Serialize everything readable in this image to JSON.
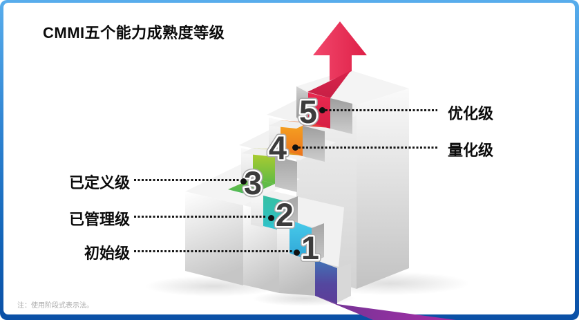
{
  "title": "CMMI五个能力成熟度等级",
  "note": "注：使用阶段式表示法。",
  "levels": [
    {
      "num": "5",
      "label": "优化级"
    },
    {
      "num": "4",
      "label": "量化级"
    },
    {
      "num": "3",
      "label": "已定义级"
    },
    {
      "num": "2",
      "label": "已管理级"
    },
    {
      "num": "1",
      "label": "初始级"
    }
  ],
  "colors": {
    "frame_top": "#58ADEC",
    "frame_bottom": "#0B50A6",
    "arrow_red": "#E9284F",
    "orange": "#F49B21",
    "green": "#62BB46",
    "teal": "#2FC2C8",
    "cyan": "#3EC8E8",
    "purple": "#A328A3"
  }
}
